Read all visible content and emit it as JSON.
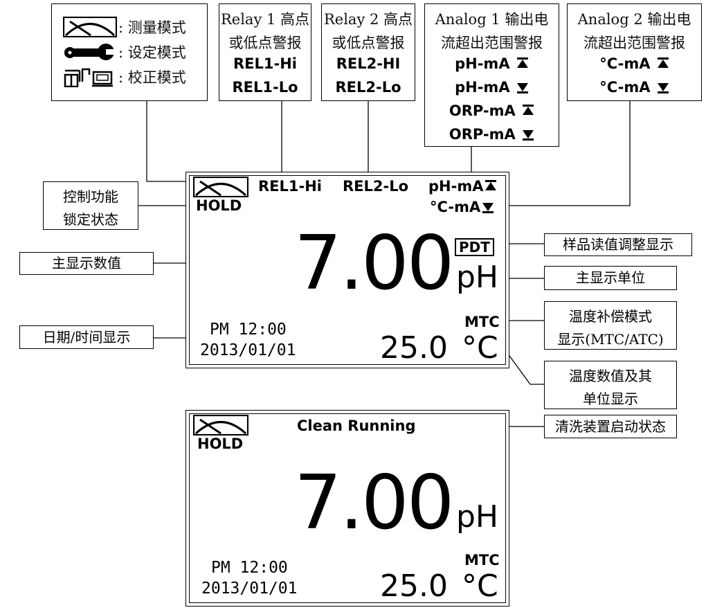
{
  "mode_legend": {
    "measure": "测量模式",
    "setting": "设定模式",
    "calibrate": "校正模式"
  },
  "relay1_box": {
    "title_line1": "Relay 1 高点",
    "title_line2": "或低点警报",
    "hi": "REL1-Hi",
    "lo": "REL1-Lo"
  },
  "relay2_box": {
    "title_line1": "Relay 2 高点",
    "title_line2": "或低点警报",
    "hi": "REL2-HI",
    "lo": "REL2-Lo"
  },
  "analog1_box": {
    "title_line1": "Analog 1 输出电",
    "title_line2": "流超出范围警报",
    "items": [
      "pH-mA",
      "pH-mA",
      "ORP-mA",
      "ORP-mA"
    ]
  },
  "analog2_box": {
    "title_line1": "Analog 2 输出电",
    "title_line2": "流超出范围警报",
    "items": [
      "°C-mA",
      "°C-mA"
    ]
  },
  "left_labels": {
    "hold_lock_line1": "控制功能",
    "hold_lock_line2": "锁定状态",
    "main_value": "主显示数值",
    "datetime": "日期/时间显示"
  },
  "right_labels": {
    "pdt": "样品读值调整显示",
    "main_unit": "主显示单位",
    "temp_comp_line1": "温度补偿模式",
    "temp_comp_line2": "显示(MTC/ATC)",
    "temp_value_line1": "温度数值及其",
    "temp_value_line2": "单位显示",
    "clean_status": "清洗装置启动状态"
  },
  "screen1": {
    "hold": "HOLD",
    "rel1": "REL1-Hi",
    "rel2": "REL2-Lo",
    "ph_ma": "pH-mA",
    "c_ma": "°C-mA",
    "pdt": "PDT",
    "value": "7.00",
    "unit": "pH",
    "mtc": "MTC",
    "time": "PM 12:00",
    "date": "2013/01/01",
    "temp": "25.0",
    "temp_unit": "°C"
  },
  "screen2": {
    "hold": "HOLD",
    "status": "Clean Running",
    "value": "7.00",
    "unit": "pH",
    "mtc": "MTC",
    "time": "PM 12:00",
    "date": "2013/01/01",
    "temp": "25.0",
    "temp_unit": "°C"
  }
}
